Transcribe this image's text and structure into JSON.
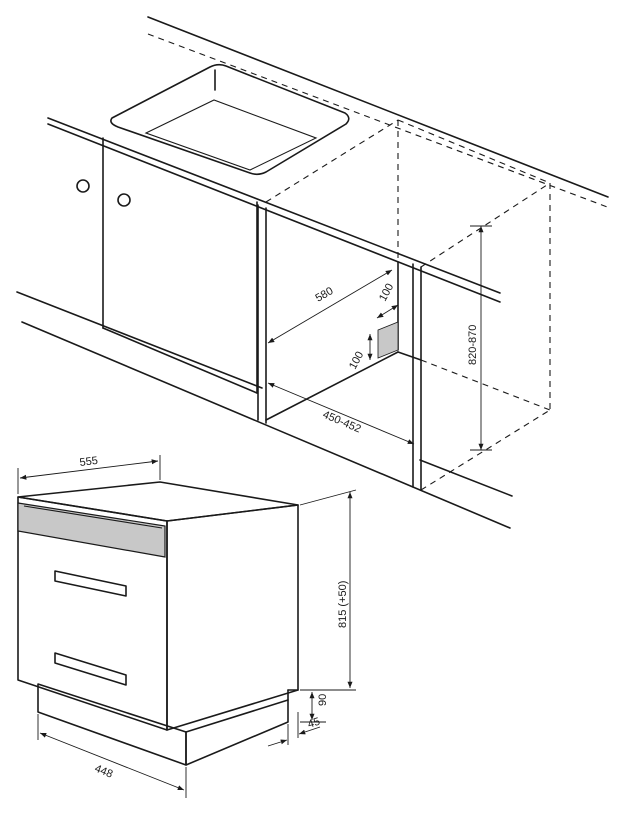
{
  "dimensions": {
    "niche_depth": "580",
    "niche_width": "450-452",
    "niche_height": "820-870",
    "clearance_top": "100",
    "clearance_side": "100",
    "unit_depth": "555",
    "unit_width": "448",
    "unit_height": "815 (+50)",
    "leg_height": "90",
    "leg_depth": "45"
  },
  "colors": {
    "line": "#1a1a1a",
    "panel_fill": "#c8c8c8"
  }
}
